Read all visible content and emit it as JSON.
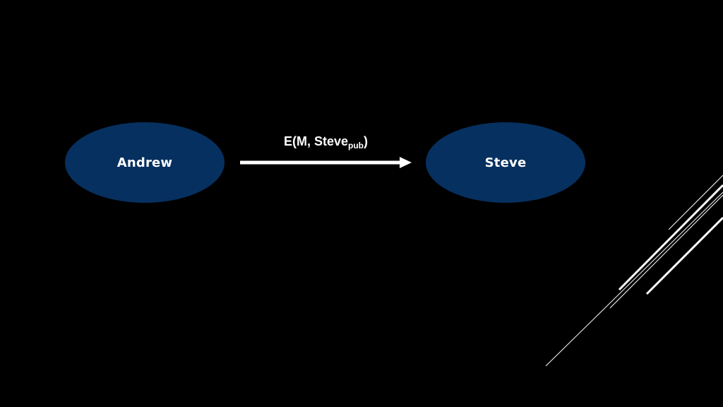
{
  "nodes": {
    "sender": {
      "label": "Andrew"
    },
    "receiver": {
      "label": "Steve"
    }
  },
  "edge": {
    "label_main": "E(M, Steve",
    "label_sub": "pub",
    "label_close": ")"
  },
  "colors": {
    "background": "#000000",
    "node_fill": "#06305F",
    "text": "#FFFFFF",
    "arrow": "#FFFFFF"
  }
}
